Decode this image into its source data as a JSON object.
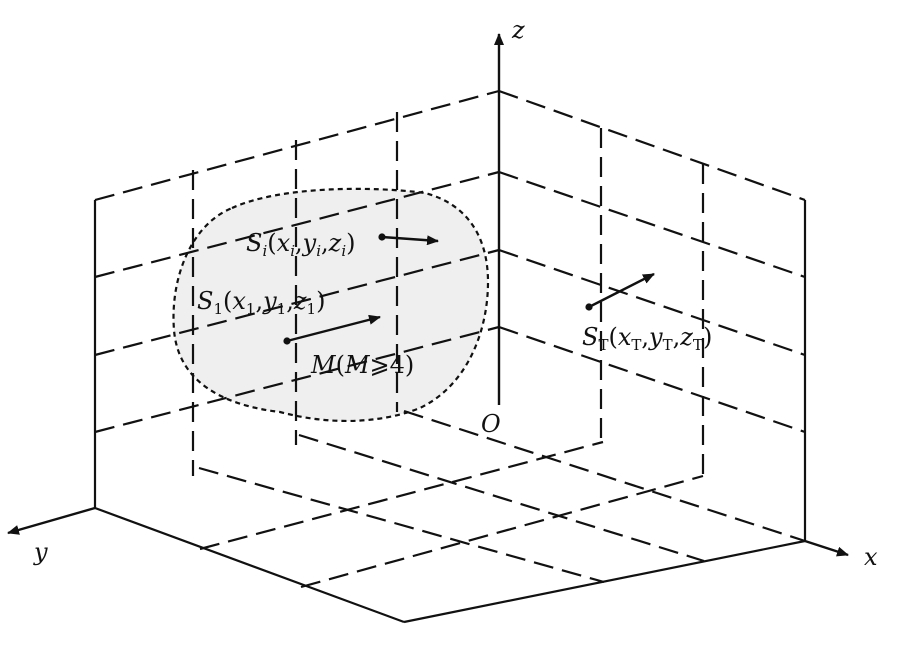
{
  "diagram": {
    "axes": {
      "x_label": "x",
      "y_label": "y",
      "z_label": "z",
      "origin_label": "O"
    },
    "points": {
      "si": {
        "name": "S",
        "sub": "i",
        "open": "(",
        "x": "x",
        "y": "y",
        "z": "z",
        "coord_sub": "i",
        "close": ")"
      },
      "s1": {
        "name": "S",
        "sub": "1",
        "open": "(",
        "x": "x",
        "y": "y",
        "z": "z",
        "coord_sub": "1",
        "close": ")"
      },
      "st": {
        "name": "S",
        "sub": "T",
        "open": "(",
        "x": "x",
        "y": "y",
        "z": "z",
        "coord_sub": "T",
        "close": ")"
      }
    },
    "region_label": {
      "m": "M",
      "paren_open": "(",
      "condition": "M",
      "relation": "⩾4)"
    },
    "colors": {
      "line": "#111111",
      "region_fill": "#efefef",
      "background": "#ffffff"
    }
  }
}
